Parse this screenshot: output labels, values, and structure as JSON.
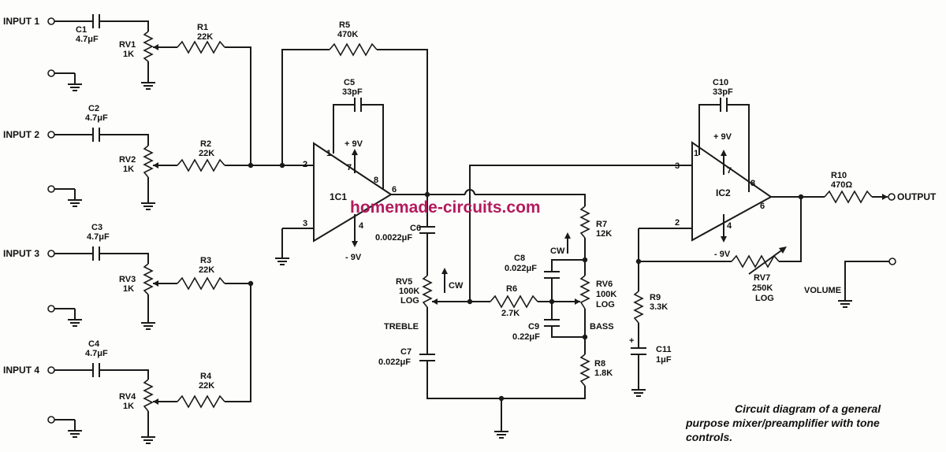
{
  "watermark": "homemade-circuits.com",
  "caption": {
    "line1": "Circuit diagram of a general",
    "line2": "purpose mixer/preamplifier with tone",
    "line3": "controls."
  },
  "inputs": [
    {
      "label": "INPUT 1",
      "cap_ref": "C1",
      "cap_val": "4.7μF",
      "pot_ref": "RV1",
      "pot_val": "1K",
      "res_ref": "R1",
      "res_val": "22K"
    },
    {
      "label": "INPUT 2",
      "cap_ref": "C2",
      "cap_val": "4.7μF",
      "pot_ref": "RV2",
      "pot_val": "1K",
      "res_ref": "R2",
      "res_val": "22K"
    },
    {
      "label": "INPUT 3",
      "cap_ref": "C3",
      "cap_val": "4.7μF",
      "pot_ref": "RV3",
      "pot_val": "1K",
      "res_ref": "R3",
      "res_val": "22K"
    },
    {
      "label": "INPUT 4",
      "cap_ref": "C4",
      "cap_val": "4.7μF",
      "pot_ref": "RV4",
      "pot_val": "1K",
      "res_ref": "R4",
      "res_val": "22K"
    }
  ],
  "ic1": {
    "name": "1C1",
    "pins": [
      "1",
      "2",
      "3",
      "4",
      "6",
      "7",
      "8"
    ],
    "vpos": "+ 9V",
    "vneg": "- 9V",
    "r5_ref": "R5",
    "r5_val": "470K",
    "c5_ref": "C5",
    "c5_val": "33pF"
  },
  "tone": {
    "c6_ref": "C6",
    "c6_val": "0.0022μF",
    "rv5_ref": "RV5",
    "rv5_val": "100K",
    "rv5_taper": "LOG",
    "treble": "TREBLE",
    "c7_ref": "C7",
    "c7_val": "0.022μF",
    "cw": "CW",
    "r6_ref": "R6",
    "r6_val": "2.7K",
    "c8_ref": "C8",
    "c8_val": "0.022μF",
    "c9_ref": "C9",
    "c9_val": "0.22μF",
    "r7_ref": "R7",
    "r7_val": "12K",
    "rv6_ref": "RV6",
    "rv6_val": "100K",
    "rv6_taper": "LOG",
    "bass": "BASS",
    "r8_ref": "R8",
    "r8_val": "1.8K"
  },
  "ic2": {
    "name": "IC2",
    "pins": [
      "1",
      "2",
      "3",
      "4",
      "6",
      "7",
      "8"
    ],
    "vpos": "+ 9V",
    "vneg": "- 9V",
    "c10_ref": "C10",
    "c10_val": "33pF",
    "rv7_ref": "RV7",
    "rv7_val": "250K",
    "rv7_taper": "LOG",
    "r9_ref": "R9",
    "r9_val": "3.3K",
    "c11_ref": "C11",
    "c11_val": "1μF",
    "r10_ref": "R10",
    "r10_val": "470Ω",
    "volume": "VOLUME",
    "output": "OUTPUT"
  }
}
